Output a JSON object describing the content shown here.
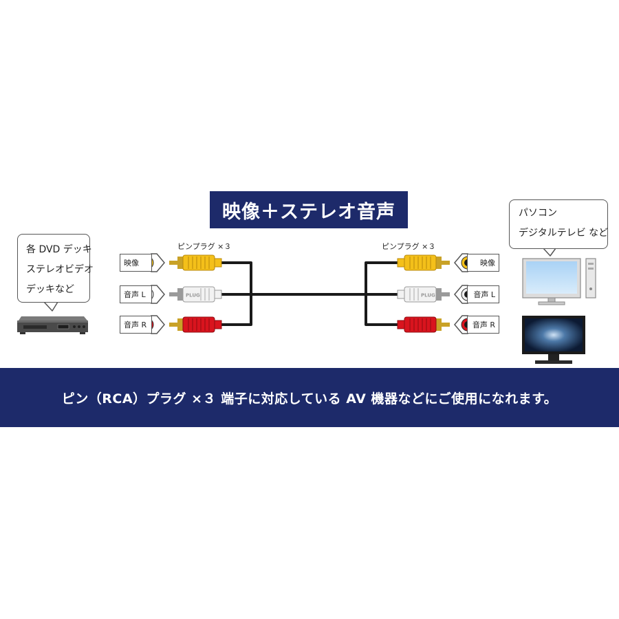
{
  "title": "映像＋ステレオ音声",
  "left_device": {
    "lines": [
      "各 DVD デッキ",
      "ステレオビデオ",
      "デッキなど"
    ],
    "icon": "dvd-player-icon"
  },
  "right_device": {
    "lines": [
      "パソコン",
      "デジタルテレビ など"
    ],
    "icons": [
      "desktop-pc-icon",
      "tv-icon"
    ]
  },
  "plug_label": "ピンプラグ ×３",
  "jacks": {
    "video": "映像",
    "audio_l": "音声 L",
    "audio_r": "音声 R"
  },
  "plug_text": "PLUG",
  "footer": "ピン（RCA）プラグ ×３ 端子に対応している AV 機器などにご使用になれます。",
  "colors": {
    "navy": "#1d2a6a",
    "video": "#f4c01a",
    "audio_l": "#e6e6e6",
    "audio_r": "#d9141e"
  }
}
